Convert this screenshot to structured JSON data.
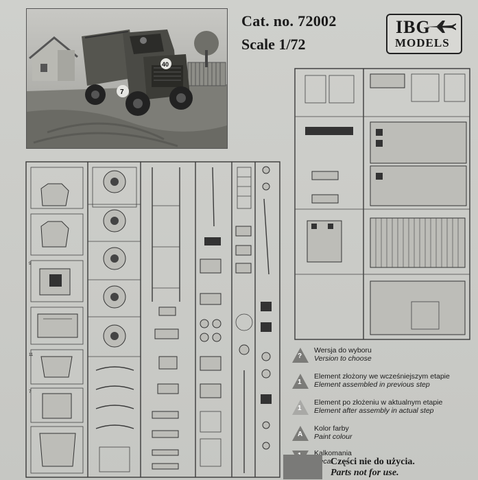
{
  "header": {
    "catalog": "Cat. no. 72002",
    "scale": "Scale 1/72"
  },
  "logo": {
    "brand": "IBG",
    "sub": "MODELS"
  },
  "boxart": {
    "truck_numbers": [
      "40",
      "7"
    ]
  },
  "legend": [
    {
      "symbol": "?",
      "pl": "Wersja do wyboru",
      "en": "Version to choose"
    },
    {
      "symbol": "1",
      "pl": "Element złożony we wcześniejszym etapie",
      "en": "Element assembled in previous step"
    },
    {
      "symbol": "1",
      "pl": "Element po złożeniu w aktualnym etapie",
      "en": "Element after assembly in actual step"
    },
    {
      "symbol": "A",
      "pl": "Kolor farby",
      "en": "Paint colour"
    },
    {
      "symbol": "1",
      "pl": "Kalkomania",
      "en": "Decal"
    }
  ],
  "not_for_use": {
    "pl": "Części nie do użycia.",
    "en": "Parts not for use."
  }
}
